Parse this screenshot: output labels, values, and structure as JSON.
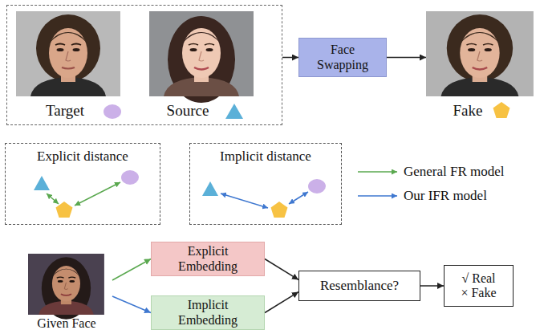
{
  "diagram": {
    "nodes": [
      {
        "text": []
      },
      {
        "text": [
          "Target"
        ],
        "in": 0
      },
      {
        "text": [
          "Source"
        ],
        "in": 0
      },
      {
        "text": [
          "Face Swapping"
        ]
      },
      {
        "text": [
          "Fake"
        ]
      },
      {
        "text": [
          "Explicit distance"
        ]
      },
      {
        "text": [
          "Implicit distance"
        ]
      },
      {
        "text": [
          "Given Face"
        ]
      },
      {
        "text": [
          "Explicit Embedding"
        ]
      },
      {
        "text": [
          "Implicit Embedding"
        ]
      },
      {
        "text": [
          "Resemblance?"
        ]
      },
      {
        "text": [
          "√ Real",
          "× Fake"
        ]
      }
    ],
    "edges": [
      {
        "from": 0,
        "to": 3,
        "arrow": "to"
      },
      {
        "from": 3,
        "to": 4,
        "arrow": "to"
      },
      {
        "from": 7,
        "to": 8,
        "arrow": "to"
      },
      {
        "from": 7,
        "to": 9,
        "arrow": "to"
      },
      {
        "from": 8,
        "to": 10,
        "arrow": "to"
      },
      {
        "from": 9,
        "to": 10,
        "arrow": "to"
      },
      {
        "from": 10,
        "to": 11,
        "arrow": "to"
      }
    ],
    "legend": [
      {
        "text": "General FR model"
      },
      {
        "text": "Our IFR model"
      }
    ]
  }
}
